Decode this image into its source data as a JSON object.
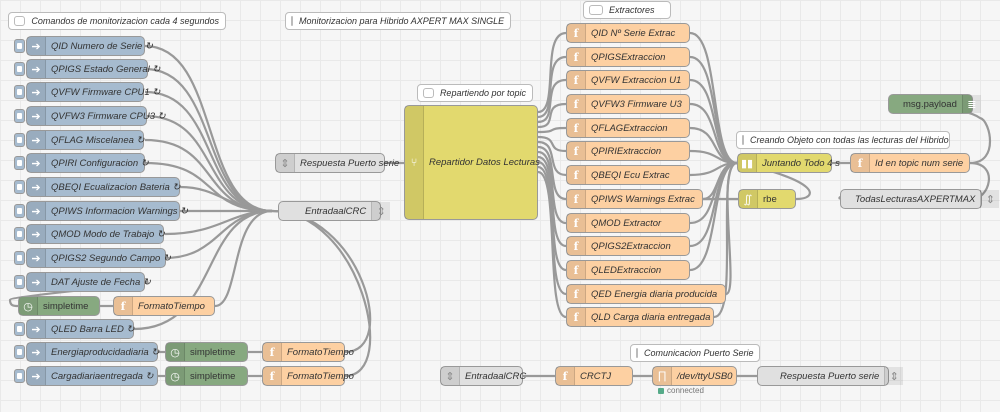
{
  "comments": {
    "inject_header": "Comandos de monitorizacion cada 4 segundos",
    "monitor_title": "Monitorizacion para Hibrido AXPERT MAX SINGLE",
    "extractors": "Extractores",
    "repartiendo": "Repartiendo por topic",
    "creando": "Creando Objeto con todas las lecturas del Hibrido",
    "comunicacion": "Comunicacion Puerto Serie"
  },
  "injects": [
    {
      "label": "QID Numero de Serie ↻"
    },
    {
      "label": "QPIGS Estado General ↻"
    },
    {
      "label": "QVFW Firmware CPU1 ↻"
    },
    {
      "label": "QVFW3 Firmware CPU3 ↻"
    },
    {
      "label": "QFLAG Miscelanea ↻"
    },
    {
      "label": "QPIRI Configuracion ↻"
    },
    {
      "label": "QBEQI Ecualizacion Bateria ↻"
    },
    {
      "label": "QPIWS Informacion Warnings ↻"
    },
    {
      "label": "QMOD Modo de Trabajo ↻"
    },
    {
      "label": "QPIGS2 Segundo Campo ↻"
    },
    {
      "label": "DAT Ajuste de Fecha ↻"
    },
    {
      "label": "QLED Barra LED ↻"
    },
    {
      "label": "Energiaproducidadiaria ↻"
    },
    {
      "label": "Cargadiariaentregada ↻"
    }
  ],
  "time_nodes": {
    "simpletime": "simpletime",
    "formato": "FormatoTiempo"
  },
  "respuesta_in": "Respuesta Puerto serie",
  "entrada_crc": "EntradaalCRC",
  "switch_label": "Repartidor Datos Lecturas",
  "extractors": [
    "QID Nº Serie Extrac",
    "QPIGSExtraccion",
    "QVFW Extraccion U1",
    "QVFW3 Firmware U3",
    "QFLAGExtraccion",
    "QPIRIExtraccion",
    "QBEQI Ecu Extrac",
    "QPIWS Warnings Extrac",
    "QMOD Extractor",
    "QPIGS2Extraccion",
    "QLEDExtraccion",
    "QED Energia diaria producida",
    "QLD Carga diaria entregada"
  ],
  "join_label": "Juntando Todo 4 s",
  "id_label": "Id en topic num serie",
  "rbe_label": "rbe",
  "debug_label": "msg.payload",
  "todas_label": "TodasLecturasAXPERTMAX",
  "serial": {
    "entrada": "EntradaalCRC",
    "crctj": "CRCTJ",
    "port": "/dev/ttyUSB0",
    "respuesta": "Respuesta Puerto serie",
    "status": "connected"
  }
}
